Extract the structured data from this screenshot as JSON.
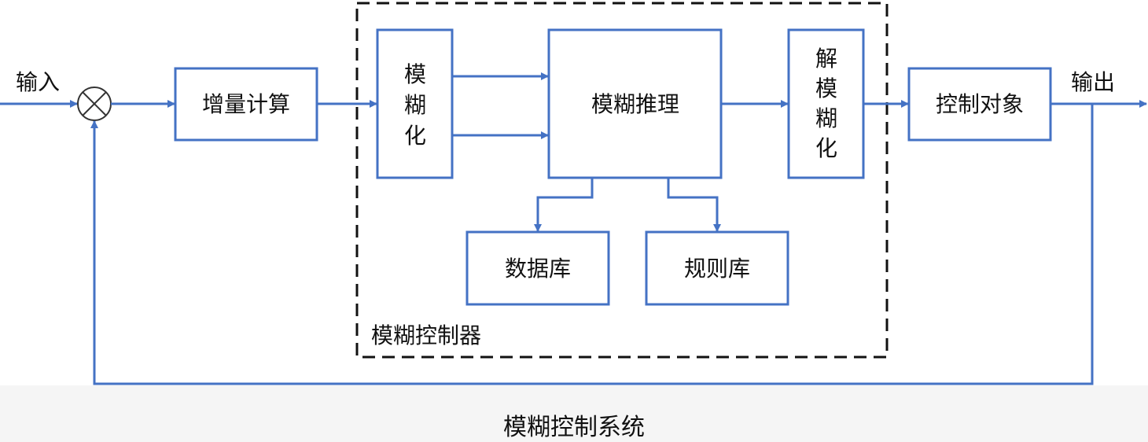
{
  "colors": {
    "line": "#4472C4",
    "text": "#111111",
    "dashed_border": "#111111",
    "caption_bg": "#f5f5f5"
  },
  "labels": {
    "input": "输入",
    "output": "输出",
    "increment": "增量计算",
    "fuzzify": [
      "模",
      "糊",
      "化"
    ],
    "inference": "模糊推理",
    "defuzzify": [
      "解",
      "模",
      "糊",
      "化"
    ],
    "plant": "控制对象",
    "database": "数据库",
    "rulebase": "规则库",
    "controller": "模糊控制器"
  },
  "summing_junction": {
    "symbol": "multiply-cross"
  },
  "caption": "模糊控制系统"
}
